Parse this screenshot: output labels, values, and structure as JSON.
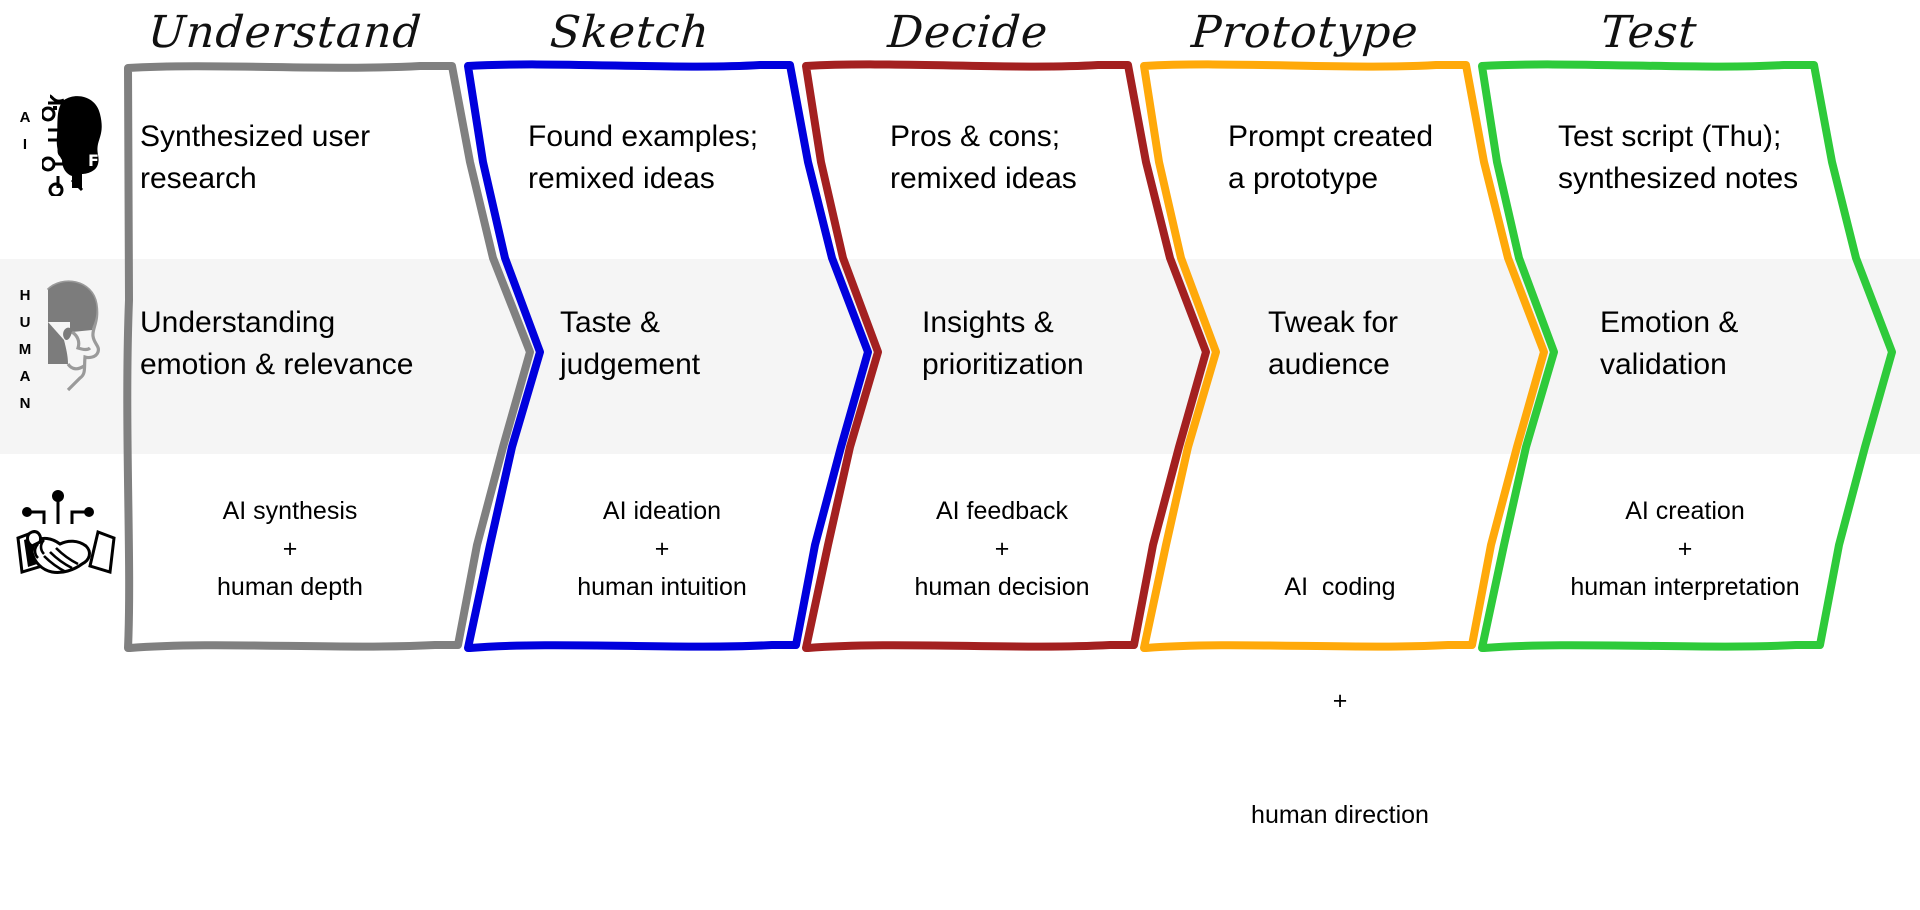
{
  "diagram": {
    "title_style": "handwritten",
    "row_labels": [
      {
        "id": "ai",
        "text": "A I",
        "icon": "ai-head-icon"
      },
      {
        "id": "human",
        "text": "H U M A N",
        "icon": "human-head-icon"
      },
      {
        "id": "collab",
        "text": "",
        "icon": "handshake-circuit-icon"
      }
    ],
    "band_color": "#f5f5f5",
    "stages": [
      {
        "id": "understand",
        "label": "Understand",
        "color": "#808080",
        "ai": "Synthesized user\nresearch",
        "ai_line1": "Synthesized user",
        "ai_line2": "research",
        "human_line1": "Understanding",
        "human_line2": "emotion & relevance",
        "collab_line1": "AI synthesis",
        "collab_line2": "+",
        "collab_line3": "human depth"
      },
      {
        "id": "sketch",
        "label": "Sketch",
        "color": "#0000dd",
        "ai_line1": "Found examples;",
        "ai_line2": "remixed ideas",
        "human_line1": "Taste &",
        "human_line2": "judgement",
        "collab_line1": "AI ideation",
        "collab_line2": "+",
        "collab_line3": "human intuition"
      },
      {
        "id": "decide",
        "label": "Decide",
        "color": "#a32020",
        "ai_line1": "Pros & cons;",
        "ai_line2": "remixed ideas",
        "human_line1": "Insights &",
        "human_line2": "prioritization",
        "collab_line1": "AI feedback",
        "collab_line2": "+",
        "collab_line3": "human decision"
      },
      {
        "id": "prototype",
        "label": "Prototype",
        "color": "#ffa90a",
        "ai_line1": "Prompt created",
        "ai_line2": "a prototype",
        "human_line1": "Tweak for",
        "human_line2": "audience",
        "collab_line1": "AI  coding",
        "collab_line2": "+",
        "collab_line3": "human direction"
      },
      {
        "id": "test",
        "label": "Test",
        "color": "#2eca3a",
        "ai_line1": "Test script (Thu);",
        "ai_line2": "synthesized notes",
        "human_line1": "Emotion &",
        "human_line2": "validation",
        "collab_line1": "AI creation",
        "collab_line2": "+",
        "collab_line3": "human interpretation"
      }
    ]
  }
}
